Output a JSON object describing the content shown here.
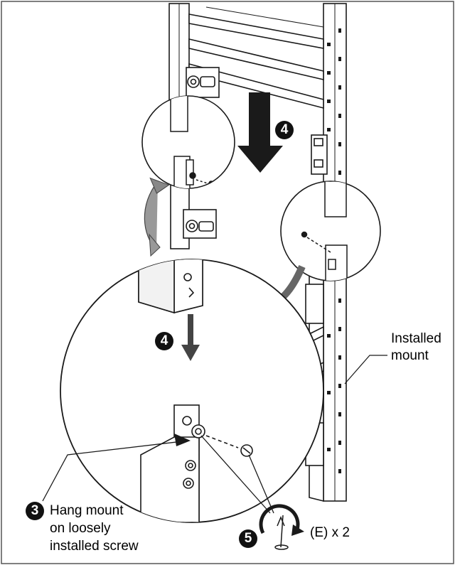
{
  "diagram": {
    "steps": {
      "step3": "3",
      "step4_top": "4",
      "step4_detail": "4",
      "step5": "5"
    },
    "labels": {
      "installed_mount_line1": "Installed",
      "installed_mount_line2": "mount",
      "step3_line1": "Hang mount",
      "step3_line2": "on loosely",
      "step3_line3": "installed screw",
      "step5_text": "(E) x 2"
    },
    "colors": {
      "line": "#1a1a1a",
      "fill": "#ffffff",
      "shade": "#d9d9d9",
      "badge": "#111111"
    }
  }
}
